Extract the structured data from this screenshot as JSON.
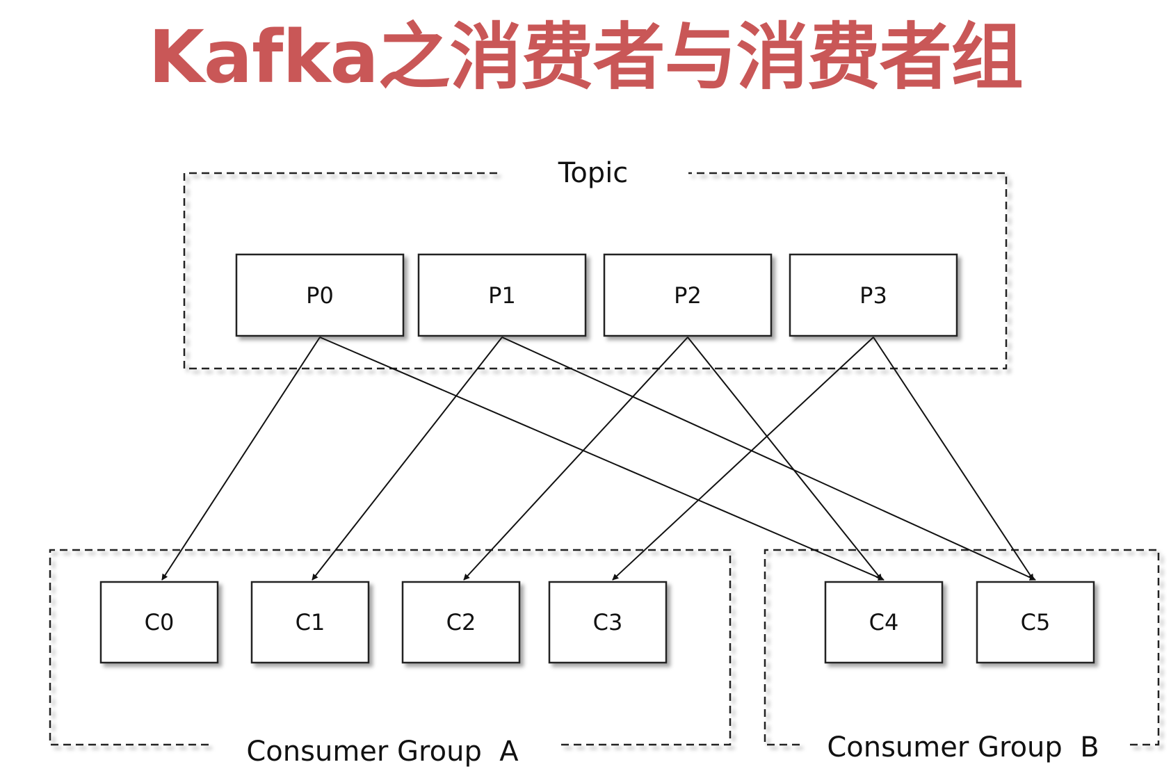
{
  "title": "Kafka之消费者与消费者组",
  "topic": {
    "label": "Topic",
    "partitions": [
      "P0",
      "P1",
      "P2",
      "P3"
    ]
  },
  "consumer_groups": [
    {
      "label": "Consumer Group  A",
      "consumers": [
        "C0",
        "C1",
        "C2",
        "C3"
      ]
    },
    {
      "label": "Consumer Group  B",
      "consumers": [
        "C4",
        "C5"
      ]
    }
  ],
  "assignments": [
    {
      "from": "P0",
      "to": "C0"
    },
    {
      "from": "P0",
      "to": "C4"
    },
    {
      "from": "P1",
      "to": "C1"
    },
    {
      "from": "P1",
      "to": "C5"
    },
    {
      "from": "P2",
      "to": "C2"
    },
    {
      "from": "P2",
      "to": "C4"
    },
    {
      "from": "P3",
      "to": "C3"
    },
    {
      "from": "P3",
      "to": "C5"
    }
  ]
}
